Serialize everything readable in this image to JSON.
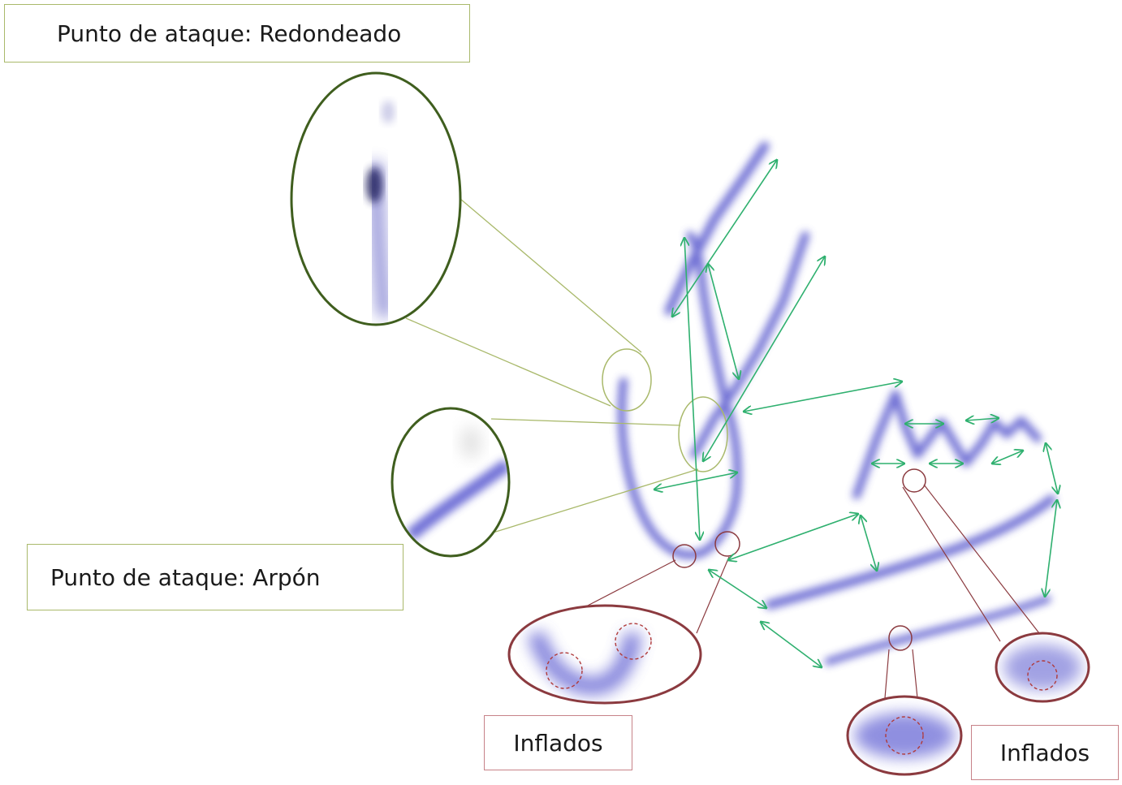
{
  "labels": {
    "redondeado": "Punto de ataque: Redondeado",
    "arpon": "Punto de ataque: Arpón",
    "inflados_left": "Inflados",
    "inflados_right": "Inflados"
  },
  "colors": {
    "ink": "#4f4fc8",
    "green_callout": "#a9b96b",
    "zoom_border_green": "#3f5e1e",
    "red_callout": "#8b3a3f",
    "measure_arrow": "#2fb06f"
  }
}
